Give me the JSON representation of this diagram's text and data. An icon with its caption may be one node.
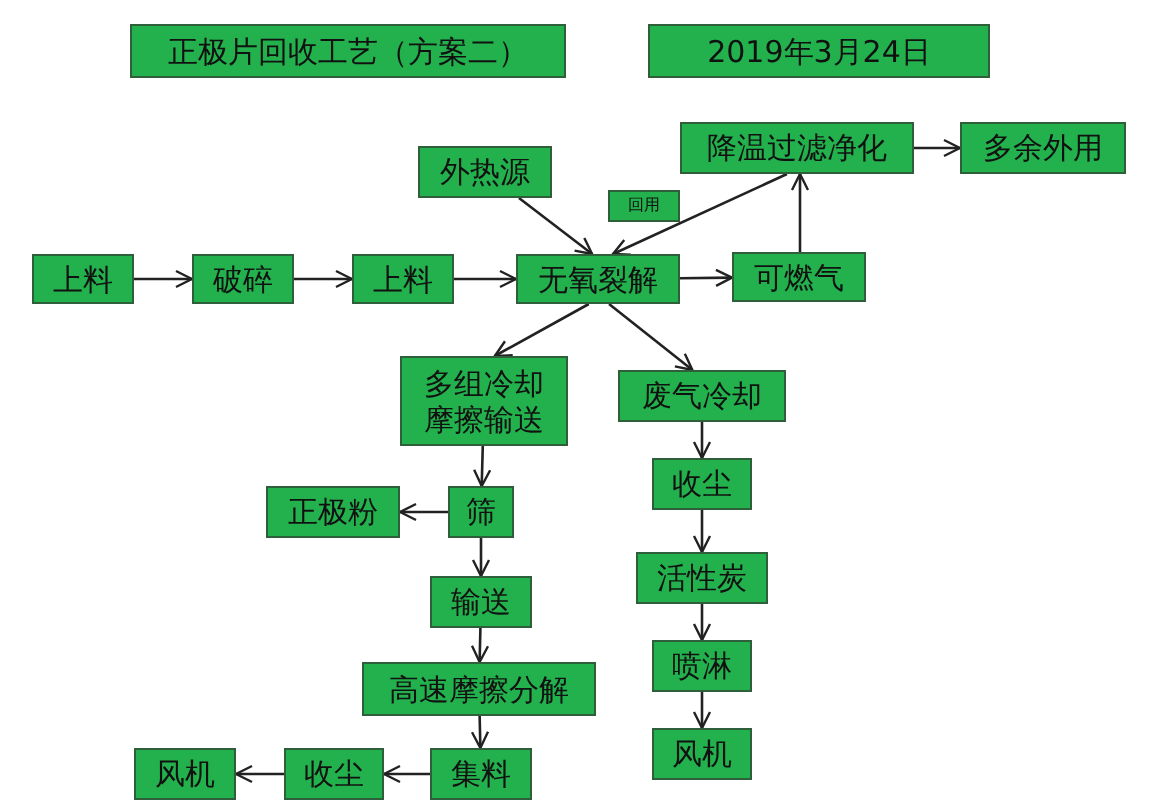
{
  "diagram": {
    "title": "正极片回收工艺（方案二）",
    "nodes": [
      {
        "text": [
          "上料"
        ]
      },
      {
        "text": [
          "破碎"
        ]
      },
      {
        "text": [
          "上料"
        ]
      },
      {
        "text": [
          "无氧裂解"
        ]
      },
      {
        "text": [
          "可燃气"
        ]
      },
      {
        "text": [
          "外热源"
        ]
      },
      {
        "text": [
          "降温过滤净化"
        ]
      },
      {
        "text": [
          "多余外用"
        ]
      },
      {
        "text": [
          "回用"
        ]
      },
      {
        "text": [
          "多组冷却摩擦输送"
        ]
      },
      {
        "text": [
          "废气冷却"
        ]
      },
      {
        "text": [
          "正极粉"
        ]
      },
      {
        "text": [
          "筛"
        ]
      },
      {
        "text": [
          "输送"
        ]
      },
      {
        "text": [
          "高速摩擦分解"
        ]
      },
      {
        "text": [
          "集料"
        ]
      },
      {
        "text": [
          "收尘"
        ]
      },
      {
        "text": [
          "风机"
        ]
      },
      {
        "text": [
          "收尘"
        ]
      },
      {
        "text": [
          "活性炭"
        ]
      },
      {
        "text": [
          "喷淋"
        ]
      },
      {
        "text": [
          "风机"
        ]
      }
    ],
    "edges": [
      {
        "from": 0,
        "to": 1,
        "arrow": "to"
      },
      {
        "from": 1,
        "to": 2,
        "arrow": "to"
      },
      {
        "from": 2,
        "to": 3,
        "arrow": "to"
      },
      {
        "from": 5,
        "to": 3,
        "arrow": "to"
      },
      {
        "from": 6,
        "to": 3,
        "arrow": "to"
      },
      {
        "from": 3,
        "to": 4,
        "arrow": "to"
      },
      {
        "from": 4,
        "to": 6,
        "arrow": "to"
      },
      {
        "from": 6,
        "to": 7,
        "arrow": "to"
      },
      {
        "from": 3,
        "to": 9,
        "arrow": "to"
      },
      {
        "from": 3,
        "to": 10,
        "arrow": "to"
      },
      {
        "from": 9,
        "to": 12,
        "arrow": "to"
      },
      {
        "from": 12,
        "to": 11,
        "arrow": "to"
      },
      {
        "from": 12,
        "to": 13,
        "arrow": "to"
      },
      {
        "from": 13,
        "to": 14,
        "arrow": "to"
      },
      {
        "from": 14,
        "to": 15,
        "arrow": "to"
      },
      {
        "from": 15,
        "to": 16,
        "arrow": "to"
      },
      {
        "from": 16,
        "to": 17,
        "arrow": "to"
      },
      {
        "from": 10,
        "to": 18,
        "arrow": "to"
      },
      {
        "from": 18,
        "to": 19,
        "arrow": "to"
      },
      {
        "from": 19,
        "to": 20,
        "arrow": "to"
      },
      {
        "from": 20,
        "to": 21,
        "arrow": "to"
      }
    ],
    "labels": [
      "2019年3月24日"
    ]
  }
}
